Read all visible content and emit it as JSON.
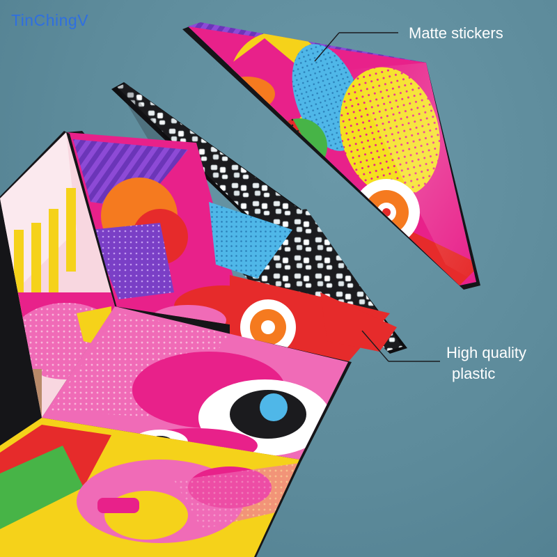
{
  "watermark": {
    "text": "TinChingV",
    "color": "#2f6fe0"
  },
  "callouts": {
    "matte_stickers": "Matte stickers",
    "high_quality_plastic": [
      "High quality",
      "plastic"
    ]
  },
  "colors": {
    "background": "#5f8d9d",
    "magenta": "#e8218a",
    "pink": "#f06bb7",
    "orange": "#f57a1f",
    "yellow": "#f5d21a",
    "red": "#e62b2b",
    "purple": "#7a3fc6",
    "light_blue": "#4fb7e8",
    "green": "#47b447",
    "black_plastic": "#1b1b1e"
  }
}
